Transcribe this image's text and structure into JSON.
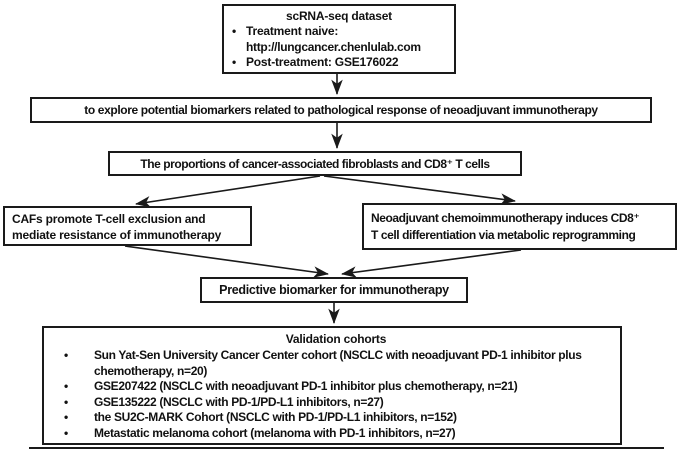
{
  "colors": {
    "background": "#ffffff",
    "border": "#1a1a1a",
    "text": "#111111"
  },
  "glyphs": {
    "bullet": "•"
  },
  "boxes": {
    "dataset": {
      "title": "scRNA-seq dataset",
      "bullet1_label": "Treatment naive:",
      "bullet1_url": "http://lungcancer.chenlulab.com",
      "bullet2_label": "Post-treatment: GSE176022"
    },
    "objective": {
      "text": "to explore potential biomarkers related to pathological response of neoadjuvant immunotherapy"
    },
    "proportions": {
      "text": "The proportions of cancer-associated fibroblasts and CD8⁺ T cells"
    },
    "cafs": {
      "line1": "CAFs promote T-cell exclusion and",
      "line2": "mediate resistance of immunotherapy"
    },
    "chemoimmunotherapy": {
      "line1": "Neoadjuvant chemoimmunotherapy induces CD8⁺",
      "line2": "T cell differentiation via metabolic reprogramming"
    },
    "predictive": {
      "text": "Predictive biomarker for immunotherapy"
    },
    "validation": {
      "title": "Validation cohorts",
      "bullets": [
        "Sun Yat-Sen University Cancer Center cohort (NSCLC with neoadjuvant PD-1 inhibitor plus chemotherapy, n=20)",
        "GSE207422 (NSCLC with neoadjuvant PD-1 inhibitor plus chemotherapy, n=21)",
        "GSE135222 (NSCLC with PD-1/PD-L1 inhibitors, n=27)",
        "the SU2C-MARK Cohort (NSCLC with PD-1/PD-L1 inhibitors, n=152)",
        "Metastatic melanoma cohort (melanoma with PD-1 inhibitors, n=27)"
      ]
    }
  }
}
